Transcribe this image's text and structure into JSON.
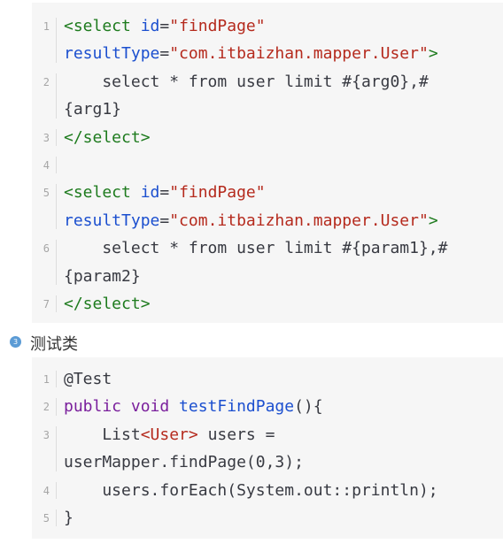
{
  "block1": {
    "lines": [
      {
        "num": "1",
        "parts": [
          {
            "t": "<select ",
            "c": "tag"
          },
          {
            "t": "id",
            "c": "attr"
          },
          {
            "t": "=",
            "c": "plain"
          },
          {
            "t": "\"findPage\"",
            "c": "str"
          }
        ]
      },
      {
        "num": "",
        "parts": [
          {
            "t": "resultType",
            "c": "attr"
          },
          {
            "t": "=",
            "c": "plain"
          },
          {
            "t": "\"com.itbaizhan.mapper.User\"",
            "c": "str"
          },
          {
            "t": ">",
            "c": "tag"
          }
        ]
      },
      {
        "num": "2",
        "parts": [
          {
            "t": "    select * from user limit #{arg0},#",
            "c": "plain"
          }
        ]
      },
      {
        "num": "",
        "parts": [
          {
            "t": "{arg1}",
            "c": "plain"
          }
        ]
      },
      {
        "num": "3",
        "parts": [
          {
            "t": "</select>",
            "c": "tag"
          }
        ]
      },
      {
        "num": "4",
        "parts": []
      },
      {
        "num": "5",
        "parts": [
          {
            "t": "<select ",
            "c": "tag"
          },
          {
            "t": "id",
            "c": "attr"
          },
          {
            "t": "=",
            "c": "plain"
          },
          {
            "t": "\"findPage\"",
            "c": "str"
          }
        ]
      },
      {
        "num": "",
        "parts": [
          {
            "t": "resultType",
            "c": "attr"
          },
          {
            "t": "=",
            "c": "plain"
          },
          {
            "t": "\"com.itbaizhan.mapper.User\"",
            "c": "str"
          },
          {
            "t": ">",
            "c": "tag"
          }
        ]
      },
      {
        "num": "6",
        "parts": [
          {
            "t": "    select * from user limit #{param1},#",
            "c": "plain"
          }
        ]
      },
      {
        "num": "",
        "parts": [
          {
            "t": "{param2}",
            "c": "plain"
          }
        ]
      },
      {
        "num": "7",
        "parts": [
          {
            "t": "</select>",
            "c": "tag"
          }
        ]
      }
    ]
  },
  "bullet": {
    "number": "3",
    "text": "测试类"
  },
  "block2": {
    "lines": [
      {
        "num": "1",
        "parts": [
          {
            "t": "@Test",
            "c": "plain"
          }
        ]
      },
      {
        "num": "2",
        "parts": [
          {
            "t": "public ",
            "c": "kw"
          },
          {
            "t": "void ",
            "c": "kw"
          },
          {
            "t": "testFindPage",
            "c": "fn"
          },
          {
            "t": "(){",
            "c": "plain"
          }
        ]
      },
      {
        "num": "3",
        "parts": [
          {
            "t": "    List",
            "c": "plain"
          },
          {
            "t": "<User>",
            "c": "str"
          },
          {
            "t": " users =",
            "c": "plain"
          }
        ]
      },
      {
        "num": "",
        "parts": [
          {
            "t": "userMapper.findPage(0,3);",
            "c": "plain"
          }
        ]
      },
      {
        "num": "4",
        "parts": [
          {
            "t": "    users.forEach(System.out::println);",
            "c": "plain"
          }
        ]
      },
      {
        "num": "5",
        "parts": [
          {
            "t": "}",
            "c": "plain"
          }
        ]
      }
    ]
  }
}
